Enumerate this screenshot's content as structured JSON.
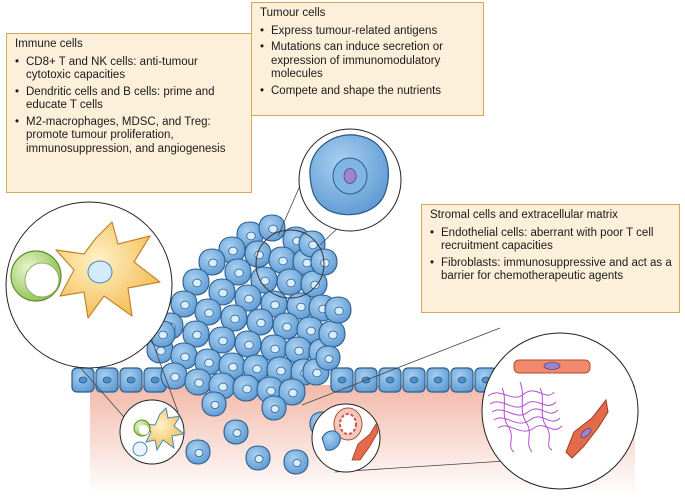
{
  "immune": {
    "title": "Immune cells",
    "items": [
      "CD8+ T and NK cells: anti-tumour cytotoxic capacities",
      "Dendritic cells and B cells: prime and educate T cells",
      "M2-macrophages, MDSC, and Treg: promote tumour proliferation, immunosuppression, and angiogenesis"
    ]
  },
  "tumour": {
    "title": "Tumour cells",
    "items": [
      "Express tumour-related antigens",
      "Mutations can induce secretion or expression of immunomodulatory molecules",
      "Compete and shape the nutrients"
    ]
  },
  "stromal": {
    "title": "Stromal cells and extracellular matrix",
    "items": [
      "Endothelial cells: aberrant with poor T cell recruitment capacities",
      "Fibroblasts: immunosuppressive and act as a barrier for chemotherapeutic agents"
    ]
  },
  "colors": {
    "box_fill": "#fdf0db",
    "box_border": "#d9a75a",
    "tumour_cell": "#6aa6dc",
    "tissue": "#f5cbbf",
    "stroma_cell": "#e36a4a",
    "macrophage": "#f7c467",
    "t_cell": "#a7d26b"
  }
}
